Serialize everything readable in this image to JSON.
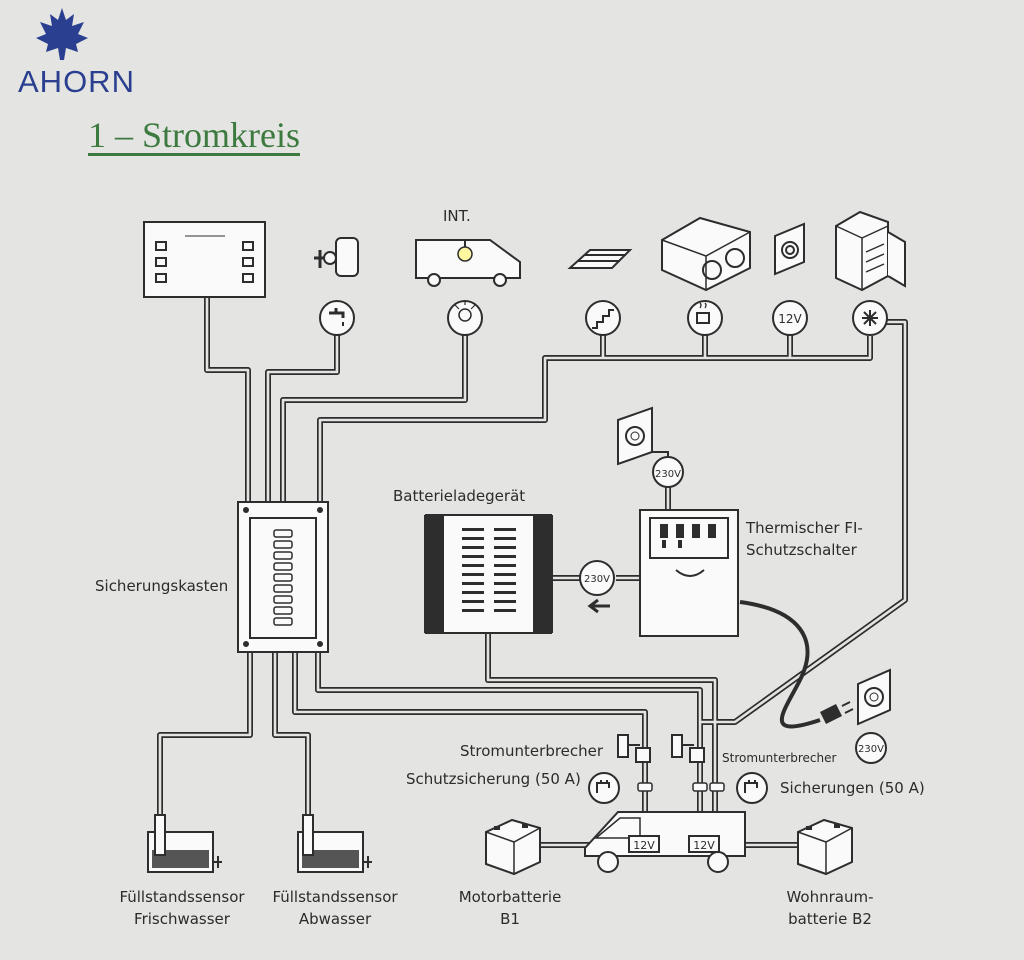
{
  "brand": {
    "name": "AHORN",
    "color": "#2a3f8f"
  },
  "page": {
    "title": "1 – Stromkreis",
    "title_color": "#3d7a3f"
  },
  "labels": {
    "int": "INT.",
    "sicherungskasten": "Sicherungskasten",
    "batterieladegeraet": "Batterieladegerät",
    "fi_line1": "Thermischer FI-",
    "fi_line2": "Schutzschalter",
    "stromunterbrecher_left": "Stromunterbrecher",
    "schutzsicherung": "Schutzsicherung (50 A)",
    "stromunterbrecher_right": "Stromunterbrecher",
    "sicherungen": "Sicherungen (50 A)",
    "fs1_line1": "Füllstandssensor",
    "fs1_line2": "Frischwasser",
    "fs2_line1": "Füllstandssensor",
    "fs2_line2": "Abwasser",
    "motorbatterie_line1": "Motorbatterie",
    "motorbatterie_line2": "B1",
    "wohnraum_line1": "Wohnraum-",
    "wohnraum_line2": "batterie B2"
  },
  "badges": {
    "v12": "12V",
    "v230": "230V",
    "truck_left": "12V",
    "truck_right": "12V"
  },
  "icons": [
    "maple-leaf-icon",
    "control-panel-icon",
    "water-pump-icon",
    "faucet-icon",
    "van-interior-light-icon",
    "bulb-icon",
    "step-icon",
    "stairs-icon",
    "heater-icon",
    "heater-symbol-icon",
    "socket-12v-icon",
    "fridge-icon",
    "snowflake-icon",
    "wall-socket-icon",
    "plug-icon",
    "fuse-icon",
    "battery-icon",
    "van-icon",
    "tank-sensor-icon"
  ]
}
